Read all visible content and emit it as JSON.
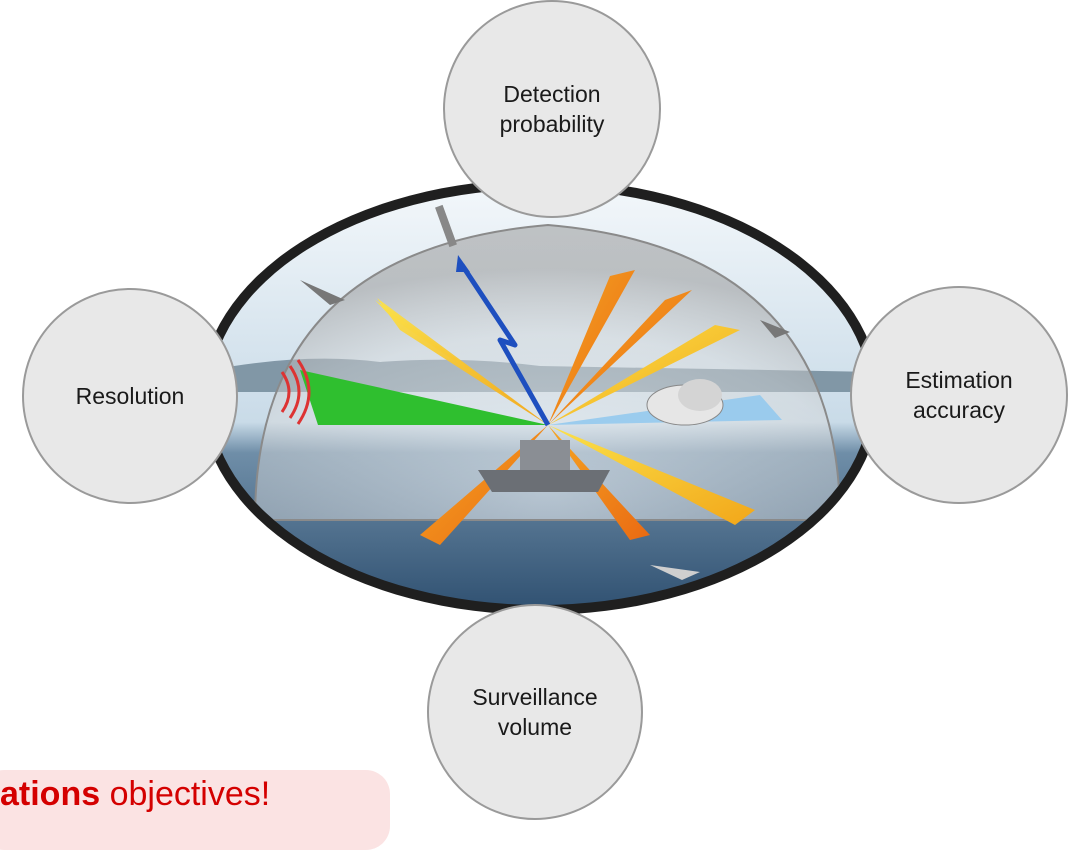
{
  "nodes": {
    "top": "Detection\nprobability",
    "left": "Resolution",
    "right": "Estimation\naccuracy",
    "bottom": "Surveillance\nvolume"
  },
  "banner": {
    "bold": "ations",
    "rest": " objectives!"
  },
  "colors": {
    "node_fill": "#e8e8e8",
    "node_border": "#9a9a9a",
    "banner_bg": "#fbe3e3",
    "banner_text": "#d40000",
    "beam_yellow": "#f6c21d",
    "beam_orange": "#f28a1c",
    "beam_green": "#2fbf2f",
    "beam_blue": "#8fc8ef"
  }
}
